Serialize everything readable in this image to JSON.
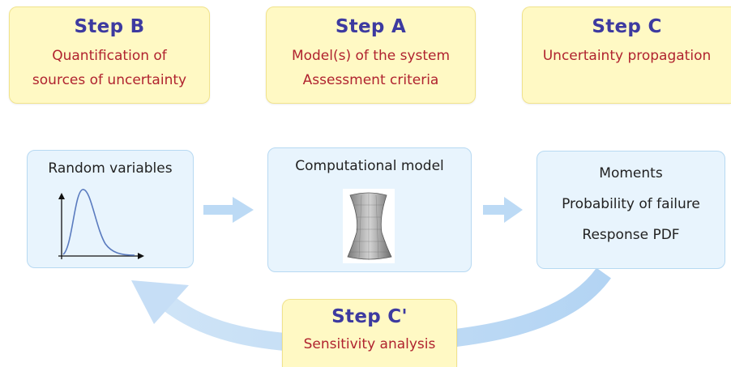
{
  "step_b": {
    "title": "Step B",
    "lines": [
      "Quantification of",
      "sources of uncertainty"
    ]
  },
  "step_a": {
    "title": "Step A",
    "lines": [
      "Model(s) of the system",
      "Assessment criteria"
    ]
  },
  "step_c": {
    "title": "Step C",
    "lines": [
      "Uncertainty propagation"
    ]
  },
  "step_c_prime": {
    "title": "Step C'",
    "lines": [
      "Sensitivity analysis"
    ]
  },
  "random_variables": {
    "title": "Random variables"
  },
  "computational_model": {
    "title": "Computational model"
  },
  "outputs": {
    "lines": [
      "Moments",
      "Probability of failure",
      "Response PDF"
    ]
  },
  "colors": {
    "step_title": "#3d3aa0",
    "step_text": "#b0232f",
    "step_bg": "#fff9c4",
    "box_bg": "#e8f4fd",
    "arrow": "#bcdaf5"
  }
}
